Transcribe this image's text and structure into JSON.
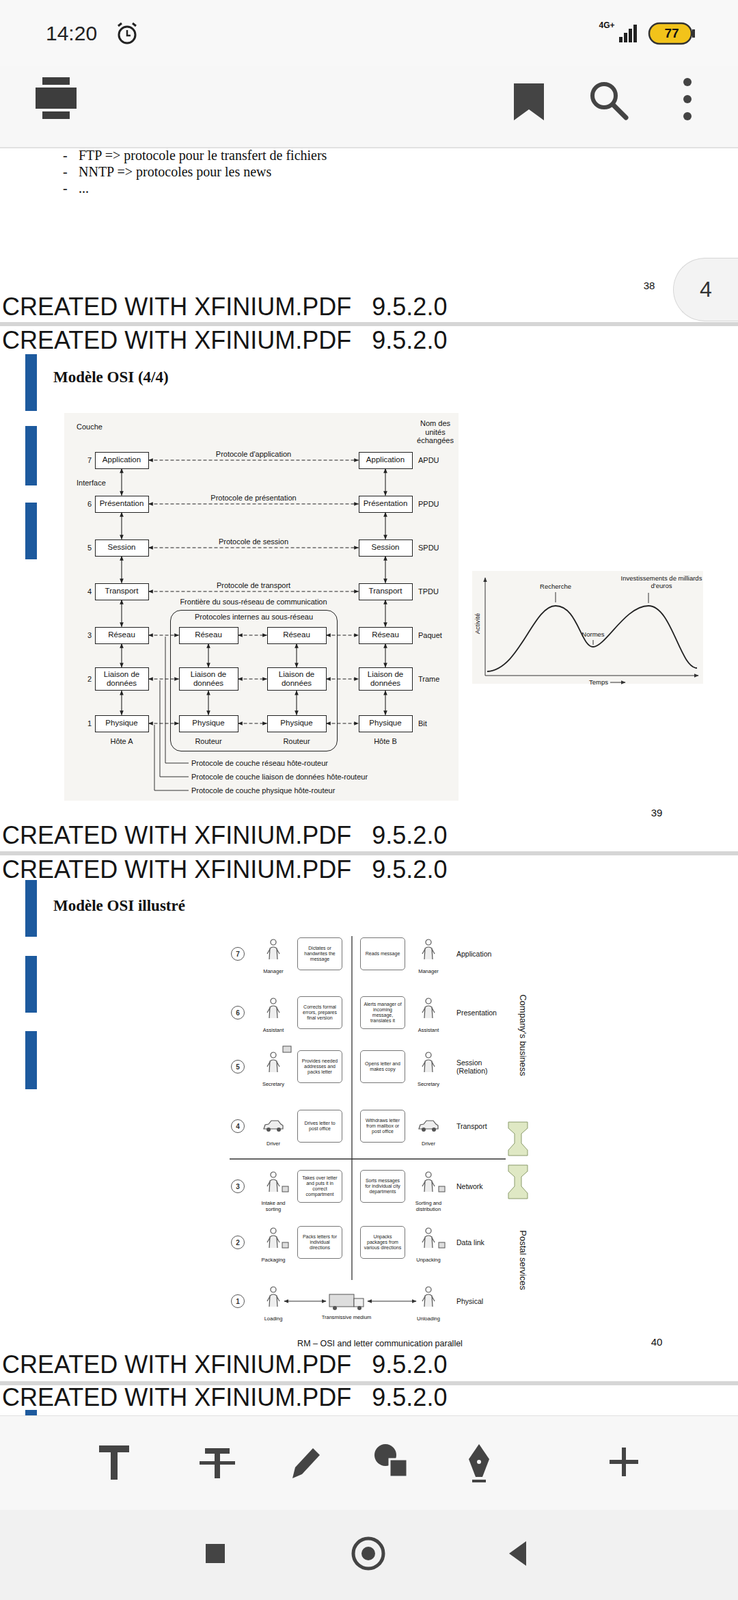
{
  "diagram": {
    "nodes": [
      {
        "text": [
          "4"
        ]
      },
      {
        "text": [
          "Application"
        ]
      },
      {
        "text": [
          "Présentation"
        ]
      },
      {
        "text": [
          "Session"
        ]
      },
      {
        "text": [
          "Transport"
        ]
      },
      {
        "text": [
          "Réseau"
        ]
      },
      {
        "text": [
          "Liaison de données"
        ]
      },
      {
        "text": [
          "Physique"
        ]
      },
      {
        "text": [
          "Application"
        ]
      },
      {
        "text": [
          "Présentation"
        ]
      },
      {
        "text": [
          "Session"
        ]
      },
      {
        "text": [
          "Transport"
        ]
      },
      {
        "text": [
          "Réseau"
        ]
      },
      {
        "text": [
          "Liaison de données"
        ]
      },
      {
        "text": [
          "Physique"
        ]
      },
      {
        "text": [
          "Protocoles internes au sous-réseau"
        ]
      },
      {
        "text": [
          "Réseau"
        ],
        "in": 15
      },
      {
        "text": [
          "Liaison de données"
        ],
        "in": 15
      },
      {
        "text": [
          "Physique"
        ],
        "in": 15
      },
      {
        "text": [
          "Réseau"
        ],
        "in": 15
      },
      {
        "text": [
          "Liaison de données"
        ],
        "in": 15
      },
      {
        "text": [
          "Physique"
        ],
        "in": 15
      },
      {
        "text": [
          "7"
        ]
      },
      {
        "text": [
          "6"
        ]
      },
      {
        "text": [
          "5"
        ]
      },
      {
        "text": [
          "4"
        ]
      },
      {
        "text": [
          "3"
        ]
      },
      {
        "text": [
          "2"
        ]
      },
      {
        "text": [
          "1"
        ]
      },
      {
        "text": [
          "Dictates or handwrites the message"
        ]
      },
      {
        "text": [
          "Corrects formal errors, prepares final version"
        ]
      },
      {
        "text": [
          "Provides needed addresses and packs letter"
        ]
      },
      {
        "text": [
          "Drives letter to post office"
        ]
      },
      {
        "text": [
          "Takes over letter and puts it in correct compartment"
        ]
      },
      {
        "text": [
          "Packs letters for individual directions"
        ]
      },
      {
        "text": [
          "Reads message"
        ]
      },
      {
        "text": [
          "Alerts manager of incoming message, translates it"
        ]
      },
      {
        "text": [
          "Opens letter and makes copy"
        ]
      },
      {
        "text": [
          "Withdraws letter from mailbox or post office"
        ]
      },
      {
        "text": [
          "Sorts messages for individual city departments"
        ]
      },
      {
        "text": [
          "Unpacks packages from various directions"
        ]
      }
    ],
    "edges": [
      {
        "from": 1,
        "to": 2,
        "arrow": "both"
      },
      {
        "from": 2,
        "to": 3,
        "arrow": "both"
      },
      {
        "from": 3,
        "to": 4,
        "arrow": "both"
      },
      {
        "from": 4,
        "to": 5,
        "arrow": "both"
      },
      {
        "from": 5,
        "to": 6,
        "arrow": "both"
      },
      {
        "from": 6,
        "to": 7,
        "arrow": "both"
      },
      {
        "from": 8,
        "to": 9,
        "arrow": "both"
      },
      {
        "from": 9,
        "to": 10,
        "arrow": "both"
      },
      {
        "from": 10,
        "to": 11,
        "arrow": "both"
      },
      {
        "from": 11,
        "to": 12,
        "arrow": "both"
      },
      {
        "from": 12,
        "to": 13,
        "arrow": "both"
      },
      {
        "from": 13,
        "to": 14,
        "arrow": "both"
      },
      {
        "from": 16,
        "to": 17,
        "arrow": "both"
      },
      {
        "from": 17,
        "to": 18,
        "arrow": "both"
      },
      {
        "from": 19,
        "to": 20,
        "arrow": "both"
      },
      {
        "from": 20,
        "to": 21,
        "arrow": "both"
      },
      {
        "from": 1,
        "to": 8,
        "label": "Protocole d'application",
        "arrow": "both"
      },
      {
        "from": 2,
        "to": 9,
        "label": "Protocole de présentation",
        "arrow": "both"
      },
      {
        "from": 3,
        "to": 10,
        "label": "Protocole de session",
        "arrow": "both"
      },
      {
        "from": 4,
        "to": 11,
        "label": "Protocole de transport",
        "arrow": "both"
      },
      {
        "from": 5,
        "to": 16,
        "arrow": "both"
      },
      {
        "from": 16,
        "to": 19,
        "arrow": "both"
      },
      {
        "from": 19,
        "to": 12,
        "arrow": "both"
      },
      {
        "from": 6,
        "to": 17,
        "arrow": "both"
      },
      {
        "from": 17,
        "to": 20,
        "arrow": "both"
      },
      {
        "from": 20,
        "to": 13,
        "arrow": "both"
      },
      {
        "from": 7,
        "to": 18,
        "arrow": "both"
      },
      {
        "from": 18,
        "to": 21,
        "arrow": "both"
      },
      {
        "from": 21,
        "to": 14,
        "arrow": "both"
      }
    ],
    "labels": [
      "14:20",
      "4G+",
      "77",
      "-",
      "FTP => protocole pour le transfert de fichiers",
      "-",
      "NNTP => protocoles pour les news",
      "-",
      "...",
      "38",
      "CREATED WITH XFINIUM.PDF   9.5.2.0",
      "CREATED WITH XFINIUM.PDF   9.5.2.0",
      "Modèle OSI (4/4)",
      "Couche",
      "Nom des unités échangées",
      "7",
      "6",
      "5",
      "4",
      "3",
      "2",
      "1",
      "Interface",
      "APDU",
      "PPDU",
      "SPDU",
      "TPDU",
      "Paquet",
      "Trame",
      "Bit",
      "Frontière du sous-réseau de communication",
      "Hôte A",
      "Routeur",
      "Routeur",
      "Hôte B",
      "Protocole de couche réseau hôte-routeur",
      "Protocole de couche liaison de données hôte-routeur",
      "Protocole de couche physique hôte-routeur",
      "Recherche",
      "Investissements de milliards d'euros",
      "Normes",
      "Activité",
      "Temps",
      "39",
      "CREATED WITH XFINIUM.PDF   9.5.2.0",
      "CREATED WITH XFINIUM.PDF   9.5.2.0",
      "Modèle OSI illustré",
      "Manager",
      "Manager",
      "Assistant",
      "Assistant",
      "Secretary",
      "Secretary",
      "Driver",
      "Driver",
      "Intake and sorting",
      "Sorting and distribution",
      "Packaging",
      "Unpacking",
      "Loading",
      "Transmissive medium",
      "Unloading",
      "Application",
      "Presentation",
      "Session (Relation)",
      "Transport",
      "Network",
      "Data link",
      "Physical",
      "Company's business",
      "Postal services",
      "RM – OSI and letter communication parallel",
      "40",
      "CREATED WITH XFINIUM.PDF   9.5.2.0",
      "CREATED WITH XFINIUM.PDF   9.5.2.0"
    ]
  }
}
